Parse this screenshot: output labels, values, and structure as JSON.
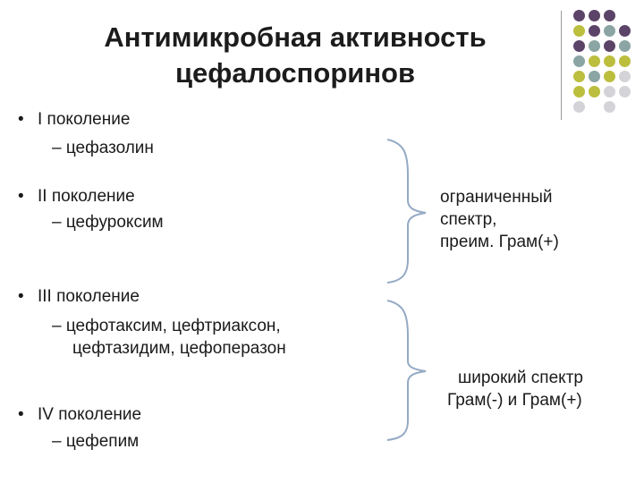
{
  "slide": {
    "title_line1": "Антимикробная активность",
    "title_line2": "цефалоспоринов",
    "generations": [
      {
        "label": "I поколение",
        "drugs_line1": "– цефазолин",
        "drugs_line2": ""
      },
      {
        "label": "II поколение",
        "drugs_line1": "– цефуроксим",
        "drugs_line2": ""
      },
      {
        "label": "III поколение",
        "drugs_line1": "– цефотаксим, цефтриаксон,",
        "drugs_line2": "цефтазидим, цефоперазон"
      },
      {
        "label": "IV поколение",
        "drugs_line1": "– цефепим",
        "drugs_line2": ""
      }
    ],
    "notes": [
      {
        "line1": "ограниченный",
        "line2": "спектр,",
        "line3": "преим. Грам(+)"
      },
      {
        "line1": "широкий спектр",
        "line2": "Грам(-) и Грам(+)"
      }
    ],
    "bullet_char": "•",
    "colors": {
      "purple": "#5b4468",
      "olive": "#bcbe3e",
      "teal": "#8aa5a4",
      "gray": "#d4d4d8",
      "brace": "#94aac4"
    }
  }
}
